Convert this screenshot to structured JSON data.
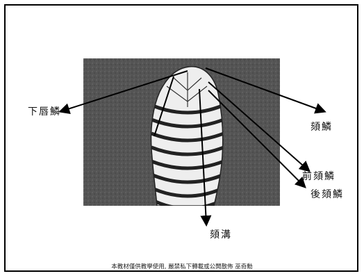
{
  "labels": {
    "lower_labial": "下唇鱗",
    "mental": "頦鱗",
    "anterior_chin": "前頦鱗",
    "posterior_chin": "後頦鱗",
    "mental_groove": "頦溝"
  },
  "footer": "本教材僅供教學使用, 嚴禁私下轉載或公開散佈 巫奇勳",
  "colors": {
    "frame": "#000000",
    "photo_bg": "#5a5a5a",
    "scale_light": "#f2f2f2",
    "scale_dark": "#262626"
  }
}
